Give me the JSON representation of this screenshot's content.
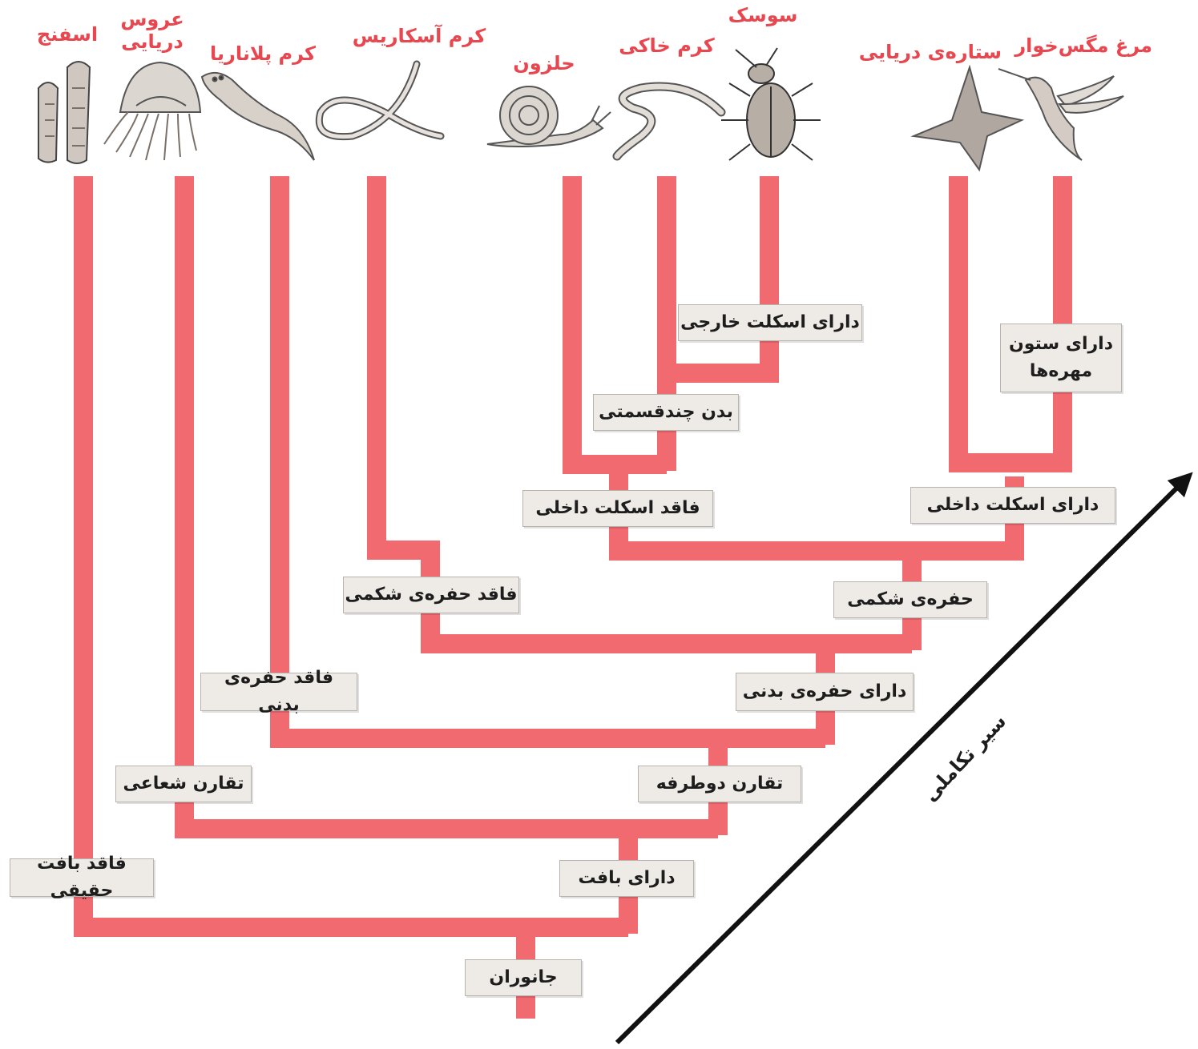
{
  "taxa": [
    {
      "id": "sponge",
      "label": "اسفنج",
      "icon": "sponge-icon"
    },
    {
      "id": "jellyfish",
      "label": "عروس دریایی",
      "icon": "jellyfish-icon"
    },
    {
      "id": "planaria",
      "label": "کرم پلاناریا",
      "icon": "planaria-icon"
    },
    {
      "id": "ascaris",
      "label": "کرم آسکاریس",
      "icon": "ascaris-icon"
    },
    {
      "id": "snail",
      "label": "حلزون",
      "icon": "snail-icon"
    },
    {
      "id": "earthworm",
      "label": "کرم خاکی",
      "icon": "earthworm-icon"
    },
    {
      "id": "beetle",
      "label": "سوسک",
      "icon": "beetle-icon"
    },
    {
      "id": "starfish",
      "label": "ستاره‌ی دریایی",
      "icon": "starfish-icon"
    },
    {
      "id": "hummingbird",
      "label": "مرغ مگس‌خوار",
      "icon": "hummingbird-icon"
    }
  ],
  "nodes": {
    "animals": "جانوران",
    "no_true_tissue": "فاقد بافت حقیقی",
    "has_tissue": "دارای بافت",
    "radial_symmetry": "تقارن شعاعی",
    "bilateral_symmetry": "تقارن دوطرفه",
    "no_body_cavity": "فاقد حفره‌ی بدنی",
    "has_body_cavity": "دارای حفره‌ی بدنی",
    "no_abdominal_cavity": "فاقد حفره‌ی شکمی",
    "abdominal_cavity": "حفره‌ی شکمی",
    "no_endoskeleton": "فاقد اسکلت داخلی",
    "has_endoskeleton": "دارای اسکلت داخلی",
    "segmented_body": "بدن چندقسمتی",
    "has_exoskeleton": "دارای اسکلت خارجی",
    "has_vertebral_column": "دارای ستون مهره‌ها"
  },
  "evolution_axis_label": "سیر تکاملی",
  "colors": {
    "branch": "#f06a70",
    "taxon_text": "#e8474f",
    "box_fill": "#eeeae6",
    "box_border": "#b9b3ad",
    "arrow": "#111111"
  }
}
